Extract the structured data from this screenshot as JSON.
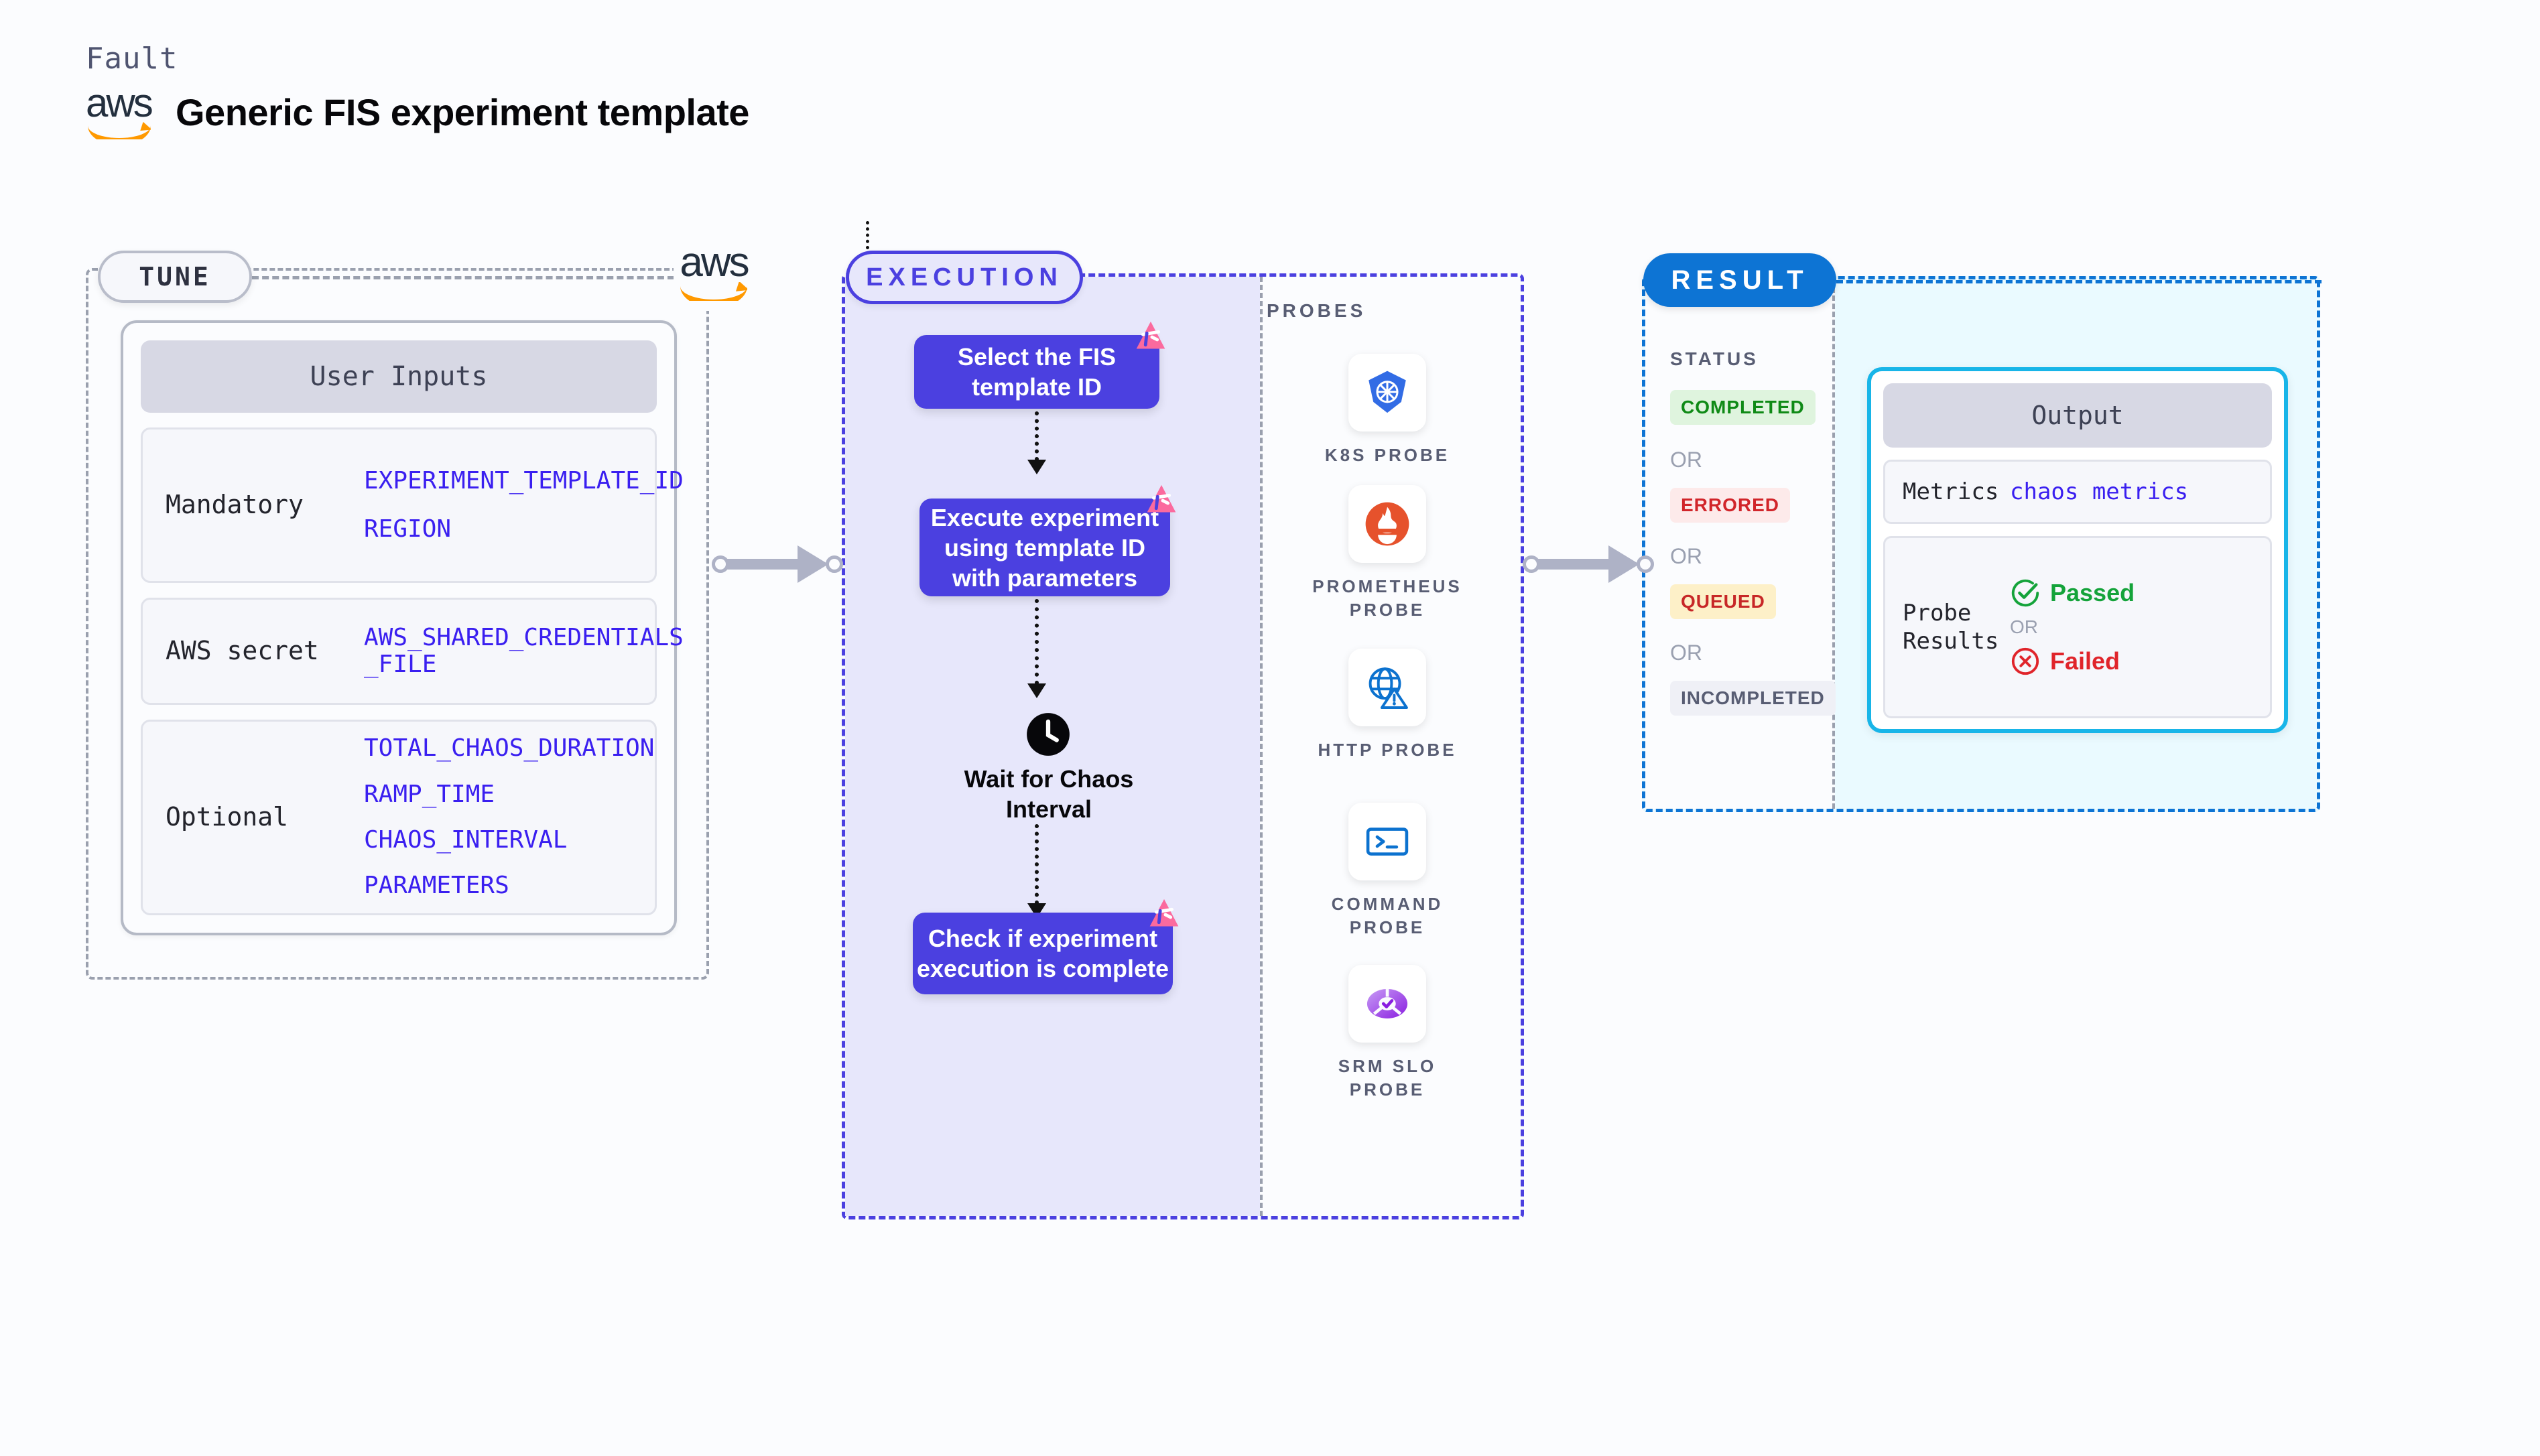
{
  "header": {
    "kicker": "Fault",
    "title": "Generic FIS experiment template",
    "logo_text": "aws",
    "logo_name": "aws-logo"
  },
  "tune": {
    "pill_label": "TUNE",
    "card_title": "User Inputs",
    "groups": [
      {
        "label": "Mandatory",
        "values": [
          "EXPERIMENT_TEMPLATE_ID",
          "REGION"
        ]
      },
      {
        "label": "AWS secret",
        "values": [
          "AWS_SHARED_CREDENTIALS\n_FILE"
        ]
      },
      {
        "label": "Optional",
        "values": [
          "TOTAL_CHAOS_DURATION",
          "RAMP_TIME",
          "CHAOS_INTERVAL",
          "PARAMETERS"
        ]
      }
    ]
  },
  "execution": {
    "pill_label": "EXECUTION",
    "nodes": [
      {
        "text": "Select the FIS template ID",
        "badge": "litmus-chaos-icon"
      },
      {
        "text": "Execute experiment using template ID with parameters",
        "badge": "litmus-chaos-icon"
      },
      {
        "text": "Check if experiment execution is complete",
        "badge": "litmus-chaos-icon"
      }
    ],
    "wait_step": {
      "icon": "clock-icon",
      "label": "Wait for Chaos Interval"
    }
  },
  "probes": {
    "title": "PROBES",
    "items": [
      {
        "label": "K8S PROBE",
        "icon": "kubernetes-icon"
      },
      {
        "label": "PROMETHEUS PROBE",
        "icon": "prometheus-icon"
      },
      {
        "label": "HTTP PROBE",
        "icon": "http-globe-icon"
      },
      {
        "label": "COMMAND PROBE",
        "icon": "terminal-icon"
      },
      {
        "label": "SRM SLO PROBE",
        "icon": "srm-slo-icon"
      }
    ]
  },
  "result": {
    "pill_label": "RESULT",
    "status_title": "STATUS",
    "or_label": "OR",
    "statuses": [
      {
        "label": "COMPLETED",
        "bg": "#dff4de",
        "fg": "#0f8a16"
      },
      {
        "label": "ERRORED",
        "bg": "#fdeaea",
        "fg": "#d1252a"
      },
      {
        "label": "QUEUED",
        "bg": "#fdf0c8",
        "fg": "#c72727"
      },
      {
        "label": "INCOMPLETED",
        "bg": "#eff0f6",
        "fg": "#585d73"
      }
    ],
    "output": {
      "title": "Output",
      "metrics_label": "Metrics",
      "metrics_value": "chaos metrics",
      "probe_results_label": "Probe\nResults",
      "passed_label": "Passed",
      "failed_label": "Failed",
      "or_label": "OR",
      "passed_color": "#14a33a",
      "failed_color": "#e0242a",
      "passed_icon": "check-circle-icon",
      "failed_icon": "x-circle-icon"
    }
  },
  "colors": {
    "accent_purple": "#4b40e0",
    "accent_blue": "#0d74d4",
    "accent_cyan": "#18b5e8",
    "mono_value_blue": "#3a1ff0",
    "litmus_pink": "#fb6a9e"
  }
}
